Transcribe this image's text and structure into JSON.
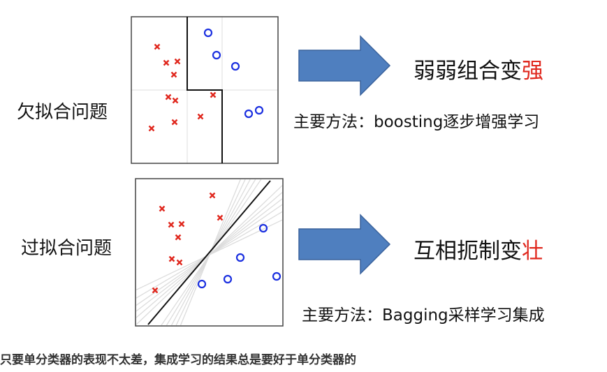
{
  "underfit": {
    "label": "欠拟合问题",
    "heading_main": "弱弱组合变",
    "heading_accent": "强",
    "method": "主要方法：boosting逐步增强学习"
  },
  "overfit": {
    "label": "过拟合问题",
    "heading_main": "互相扼制变",
    "heading_accent": "壮",
    "method": "主要方法：Bagging采样学习集成"
  },
  "caption": "只要单分类器的表现不太差，集成学习的结果总是要好于单分类器的",
  "colors": {
    "arrow": "#4f7fbf",
    "cross": "#e0281e",
    "circle": "#1a2fe0",
    "accent": "#e0281e"
  }
}
